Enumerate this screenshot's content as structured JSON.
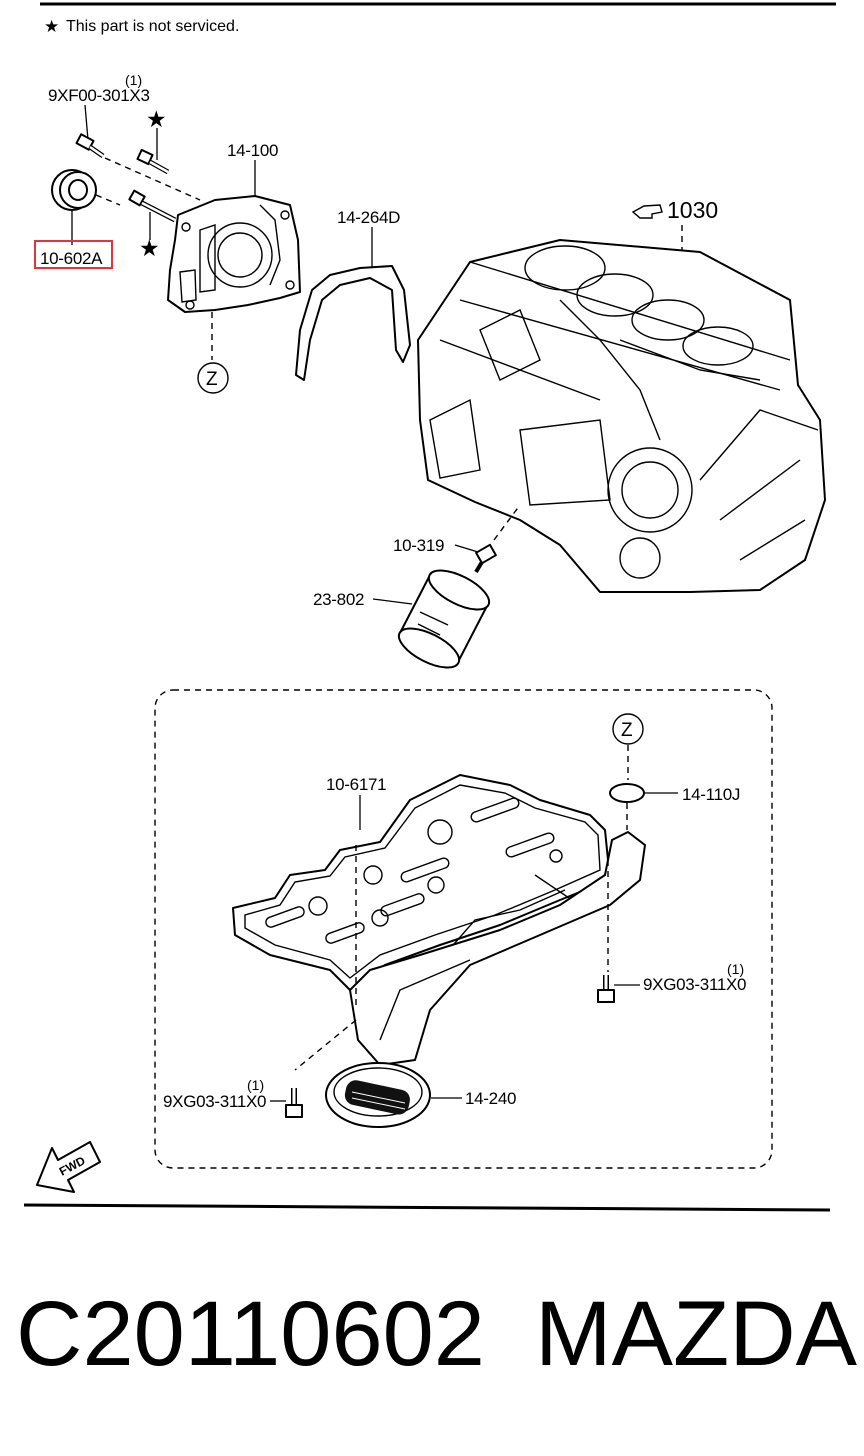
{
  "note": {
    "star": "★",
    "text": "This part is not serviced."
  },
  "labels": {
    "bolt_top": {
      "qty": "(1)",
      "code": "9XF00-301X3"
    },
    "oil_pump": "14-100",
    "gasket": "14-264D",
    "engine_block_ref": "1030",
    "oil_seal": "10-602A",
    "oil_pressure_switch": "10-319",
    "oil_filter": "23-802",
    "baffle_plate": "10-6171",
    "o_ring": "14-110J",
    "bolt_right": {
      "qty": "(1)",
      "code": "9XG03-311X0"
    },
    "bolt_left": {
      "qty": "(1)",
      "code": "9XG03-311X0"
    },
    "strainer": "14-240",
    "zone_marker": "Z",
    "fwd_arrow": "FWD"
  },
  "highlight": {
    "part": "10-602A",
    "color": "#e0353f"
  },
  "icons": [
    "star-icon",
    "pointing-hand-icon",
    "fwd-arrow-icon"
  ],
  "footer": {
    "code": "C20110602",
    "brand": "MAZDA"
  }
}
